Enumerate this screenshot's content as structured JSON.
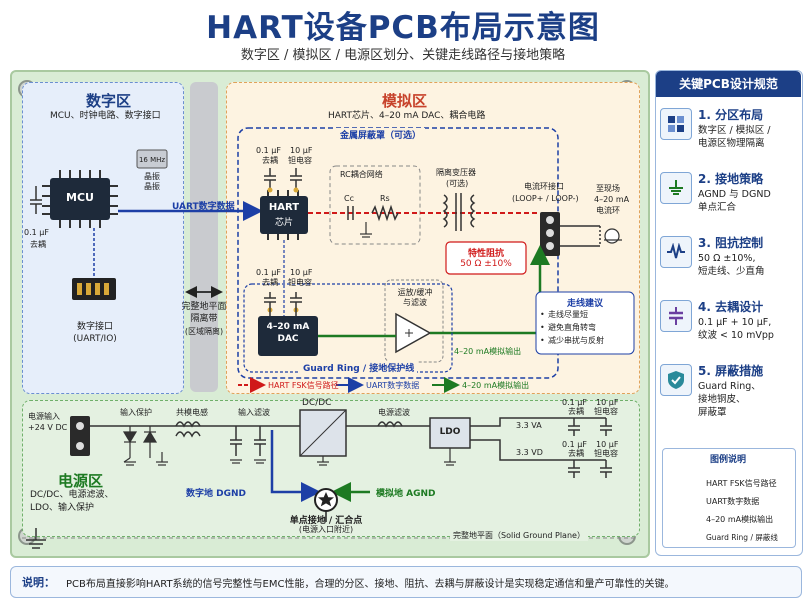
{
  "header": {
    "title": "HART设备PCB布局示意图",
    "subtitle": "数字区 / 模拟区 / 电源区划分、关键走线路径与接地策略"
  },
  "digital_zone": {
    "title": "数字区",
    "desc": "MCU、时钟电路、数字接口",
    "mcu": "MCU",
    "crystal": "16 MHz",
    "crystal_label_1": "晶振",
    "crystal_label_2": "晶振",
    "cap_value": "0.1 μF",
    "cap_role": "去耦",
    "connector_label_1": "数字接口",
    "connector_label_2": "(UART/IO)"
  },
  "isolation_band": {
    "line1": "完整地平面",
    "line2": "隔离带",
    "line3": "(区域隔离)"
  },
  "analog_zone": {
    "title": "模拟区",
    "desc": "HART芯片、4–20 mA DAC、耦合电路",
    "shield": "金属屏蔽罩（可选）",
    "hart_chip_1": "HART",
    "hart_chip_2": "芯片",
    "cap_small": "0.1 μF",
    "cap_small_role": "去耦",
    "cap_big": "10 μF",
    "cap_big_role": "钽电容",
    "rc_title": "RC耦合网络",
    "cc": "Cc",
    "rs": "Rs",
    "xfmr_title": "隔离变压器",
    "xfmr_opt": "(可选)",
    "impedance_title": "特性阻抗",
    "impedance_value": "50 Ω ±10%",
    "loop_title": "电流环接口",
    "loop_pins": "(LOOP+ / LOOP-)",
    "field_line1": "至现场",
    "field_line2": "4–20 mA",
    "field_line3": "电流环",
    "dac_1": "4–20 mA",
    "dac_2": "DAC",
    "opamp_1": "运放/缓冲",
    "opamp_2": "与滤波",
    "output_label": "4–20 mA模拟输出",
    "uart_label": "UART数字数据",
    "guard_ring": "Guard Ring / 接地保护线",
    "routing_title": "走线建议",
    "routing_items": [
      "走线尽量短",
      "避免直角转弯",
      "减少串扰与反射"
    ]
  },
  "mini_legend": {
    "fsk": "HART FSK信号路径",
    "uart": "UART数字数据",
    "analog": "4–20 mA模拟输出"
  },
  "power_zone": {
    "title": "电源区",
    "desc_1": "DC/DC、电源滤波、",
    "desc_2": "LDO、输入保护",
    "input_1": "电源输入",
    "input_2": "+24 V DC",
    "protect": "输入保护",
    "choke": "共模电感",
    "in_filter": "输入滤波",
    "dcdc": "DC/DC",
    "pwr_filter": "电源滤波",
    "ldo": "LDO",
    "va": "3.3 VA",
    "vd": "3.3 VD",
    "cap_small": "0.1 μF",
    "cap_small_role": "去耦",
    "cap_big": "10 μF",
    "cap_big_role": "钽电容",
    "dgnd": "数字地 DGND",
    "agnd": "模拟地 AGND",
    "star_1": "单点接地 / 汇合点",
    "star_2": "(电源入口附近)",
    "ground_plane": "完整地平面（Solid Ground Plane）"
  },
  "sidebar": {
    "title": "关键PCB设计规范",
    "items": [
      {
        "head": "1. 分区布局",
        "body": [
          "数字区 / 模拟区 /",
          "电源区物理隔离"
        ],
        "icon": "layout-grid-icon"
      },
      {
        "head": "2. 接地策略",
        "body": [
          "AGND 与 DGND",
          "单点汇合"
        ],
        "icon": "ground-icon"
      },
      {
        "head": "3. 阻抗控制",
        "body": [
          "50 Ω ±10%,",
          "短走线、少直角"
        ],
        "icon": "waveform-icon"
      },
      {
        "head": "4. 去耦设计",
        "body": [
          "0.1 μF + 10 μF,",
          "纹波 < 10 mVpp"
        ],
        "icon": "capacitor-icon"
      },
      {
        "head": "5. 屏蔽措施",
        "body": [
          "Guard Ring、",
          "接地铜皮、",
          "屏蔽罩"
        ],
        "icon": "shield-icon"
      }
    ],
    "legend_title": "图例说明",
    "legend": [
      "HART FSK信号路径",
      "UART数字数据",
      "4–20 mA模拟输出",
      "Guard Ring / 屏蔽线"
    ]
  },
  "footer": {
    "label": "说明：",
    "text": "PCB布局直接影响HART系统的信号完整性与EMC性能，合理的分区、接地、阻抗、去耦与屏蔽设计是实现稳定通信和量产可靠性的关键。"
  },
  "colors": {
    "board": "#d9ecd5",
    "digital": "#e6eefa",
    "analog": "#fdf3e1",
    "power": "#e4f1e1",
    "fsk": "#d01919",
    "uart": "#1d3fa6",
    "analog_line": "#1d7a22",
    "title": "#1c3f86"
  }
}
